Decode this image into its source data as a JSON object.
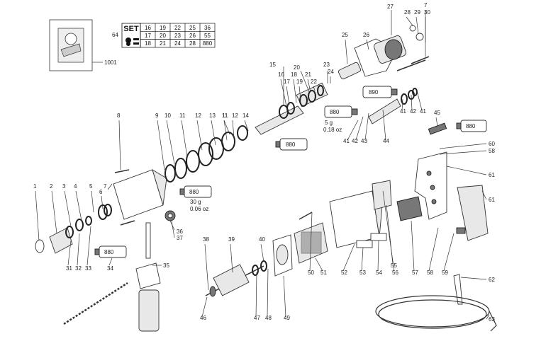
{
  "set_table": {
    "label": "SET",
    "ref": "64",
    "rows": [
      [
        "16",
        "19",
        "22",
        "25",
        "36"
      ],
      [
        "17",
        "20",
        "23",
        "26",
        "55"
      ],
      [
        "18",
        "21",
        "24",
        "28",
        "880"
      ]
    ]
  },
  "grease": {
    "amount_top": "5 g",
    "amount_top_oz": "0.18 oz",
    "amount_mid": "30 g",
    "amount_mid_oz": "0.06 oz",
    "tube_label": "880",
    "tube_label_890": "890"
  },
  "inset_ref": "1001",
  "callouts": [
    "1",
    "2",
    "3",
    "4",
    "5",
    "6",
    "7",
    "8",
    "9",
    "10",
    "11",
    "11",
    "12",
    "13",
    "12",
    "11",
    "14",
    "15",
    "16",
    "17",
    "18",
    "19",
    "20",
    "21",
    "22",
    "23",
    "24",
    "25",
    "26",
    "27",
    "28",
    "29",
    "7",
    "30",
    "31",
    "32",
    "33",
    "34",
    "35",
    "36",
    "37",
    "38",
    "39",
    "40",
    "41",
    "42",
    "43",
    "44",
    "41",
    "42",
    "41",
    "45",
    "46",
    "47",
    "48",
    "49",
    "50",
    "51",
    "52",
    "53",
    "54",
    "55",
    "56",
    "57",
    "58",
    "59",
    "60",
    "58",
    "61",
    "61",
    "62",
    "63"
  ]
}
